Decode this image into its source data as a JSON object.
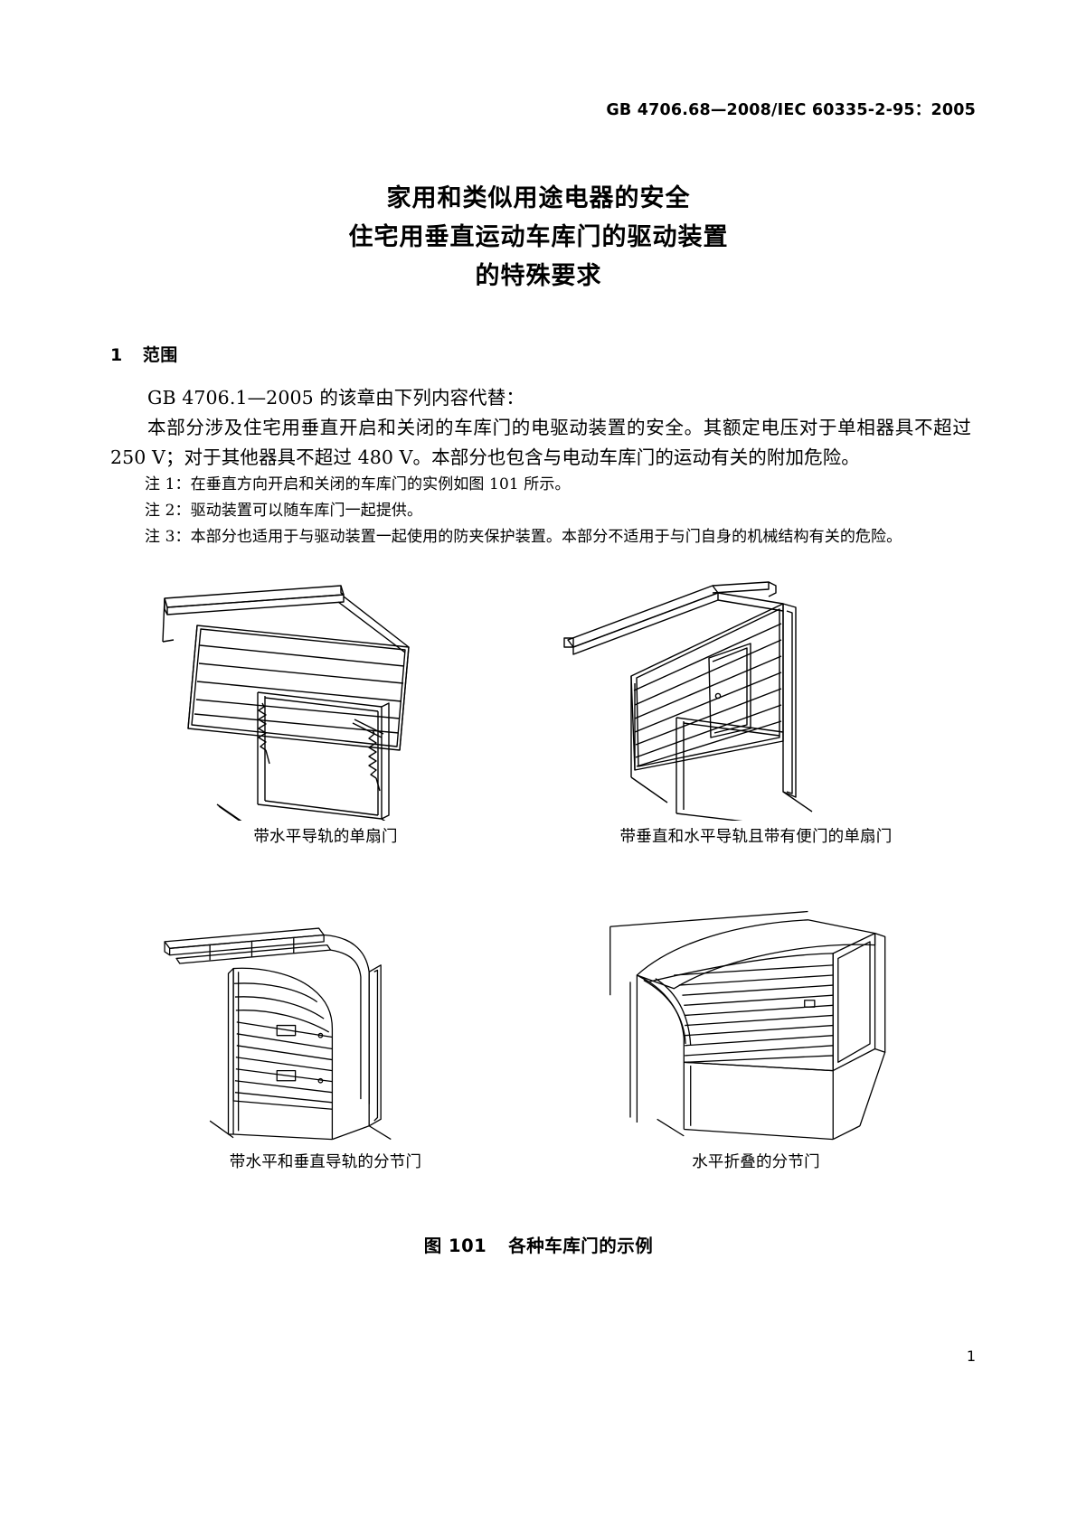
{
  "header": {
    "standard_no": "GB  4706.68—2008",
    "separator": "/",
    "iec_ref": "IEC 60335-2-95",
    "colon": "：",
    "iec_year": "2005",
    "full": "GB  4706.68—2008/IEC 60335-2-95：2005"
  },
  "title": {
    "line1": "家用和类似用途电器的安全",
    "line2": "住宅用垂直运动车库门的驱动装置",
    "line3": "的特殊要求"
  },
  "clause": {
    "number": "1",
    "name": "范围"
  },
  "body": {
    "para1": "GB 4706.1—2005 的该章由下列内容代替：",
    "para2": "本部分涉及住宅用垂直开启和关闭的车库门的电驱动装置的安全。其额定电压对于单相器具不超过 250 V；对于其他器具不超过 480 V。本部分也包含与电动车库门的运动有关的附加危险。"
  },
  "notes": [
    "注 1：在垂直方向开启和关闭的车库门的实例如图 101 所示。",
    "注 2：驱动装置可以随车库门一起提供。",
    "注 3：本部分也适用于与驱动装置一起使用的防夹保护装置。本部分不适用于与门自身的机械结构有关的危险。"
  ],
  "figures": [
    {
      "id": "fig-a",
      "caption": "带水平导轨的单扇门"
    },
    {
      "id": "fig-b",
      "caption": "带垂直和水平导轨且带有便门的单扇门"
    },
    {
      "id": "fig-c",
      "caption": "带水平和垂直导轨的分节门"
    },
    {
      "id": "fig-d",
      "caption": "水平折叠的分节门"
    }
  ],
  "figure_title": {
    "number": "图 101",
    "text": "各种车库门的示例"
  },
  "page_number": "1",
  "colors": {
    "text": "#000000",
    "background": "#ffffff",
    "line_art": "#000000"
  }
}
